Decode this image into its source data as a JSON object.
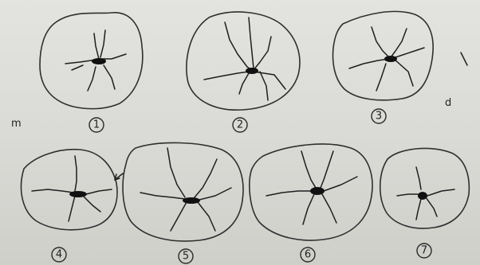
{
  "sides": {
    "mesial": "m",
    "distal": "d"
  },
  "figures": [
    {
      "number": "1"
    },
    {
      "number": "2"
    },
    {
      "number": "3"
    },
    {
      "number": "4"
    },
    {
      "number": "5"
    },
    {
      "number": "6"
    },
    {
      "number": "7"
    }
  ]
}
